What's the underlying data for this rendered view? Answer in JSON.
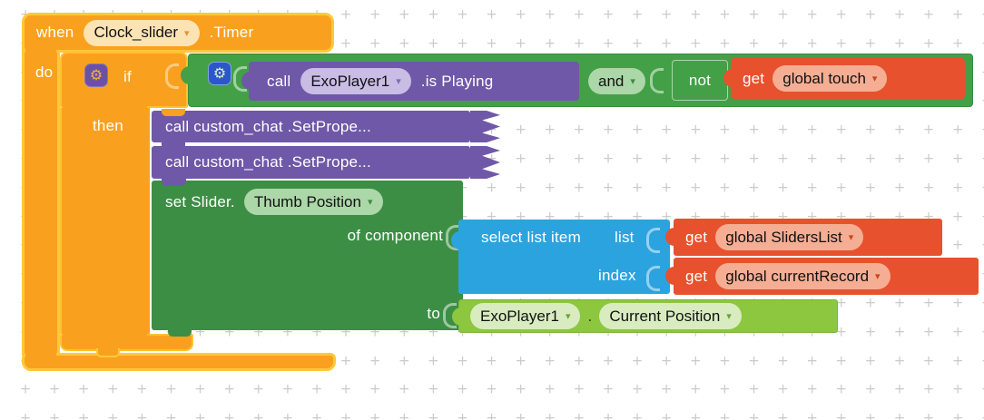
{
  "colors": {
    "event_orange": "#F9A11E",
    "selected_outline_gold": "#FFC83A",
    "procedure_purple": "#6F58A8",
    "logic_green": "#43A047",
    "setter_green": "#3C8E44",
    "getter_green": "#8DC63F",
    "variable_red": "#E8512D",
    "list_blue": "#2BA3DF",
    "grid_mark_gray": "#CBCBCB"
  },
  "icons": {
    "gear_glyph": "⚙",
    "caret_glyph": "▾"
  },
  "when_block": {
    "keyword": "when",
    "component": "Clock_slider",
    "event_suffix": ".Timer",
    "do_label": "do"
  },
  "if_block": {
    "if_label": "if",
    "then_label": "then"
  },
  "condition": {
    "and_block": {
      "operator": "and"
    },
    "call_is_playing": {
      "keyword": "call",
      "component": "ExoPlayer1",
      "method_suffix": ".is Playing"
    },
    "not_block": {
      "label": "not"
    },
    "get_touch": {
      "keyword": "get",
      "variable": "global touch"
    }
  },
  "then_statements": {
    "call_setprop_1": {
      "label": "call custom_chat .SetPrope..."
    },
    "call_setprop_2": {
      "label": "call custom_chat .SetPrope..."
    },
    "set_block": {
      "label": "set Slider.",
      "property": "Thumb Position",
      "of_component_label": "of component",
      "to_label": "to"
    },
    "select_list_item": {
      "label": "select list item",
      "list_label": "list",
      "index_label": "index"
    },
    "get_list": {
      "keyword": "get",
      "variable": "global SlidersList"
    },
    "get_index": {
      "keyword": "get",
      "variable": "global currentRecord"
    },
    "value_getter": {
      "component": "ExoPlayer1",
      "separator": ".",
      "property": "Current Position"
    }
  }
}
